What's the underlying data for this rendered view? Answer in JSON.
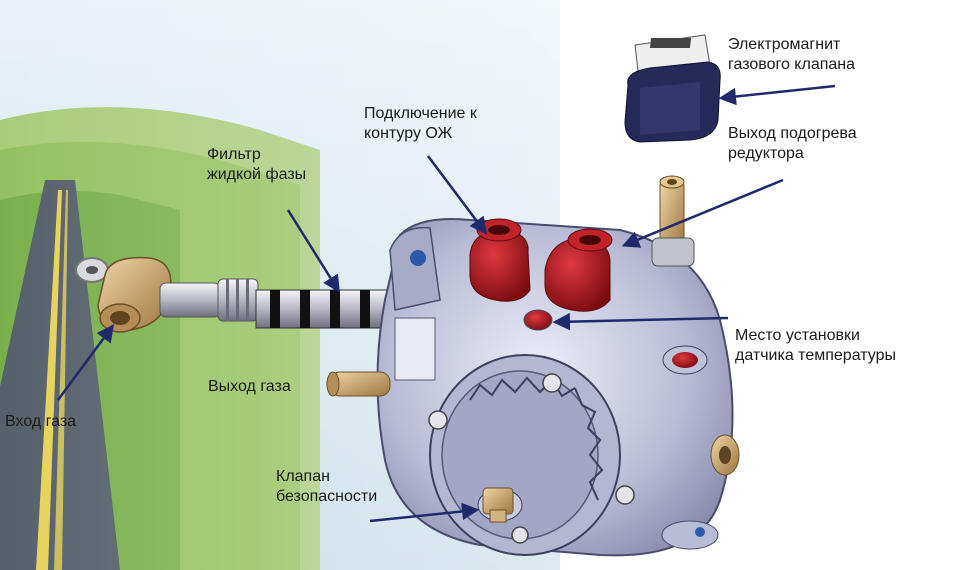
{
  "labels": {
    "solenoid": [
      "Электромагнит",
      "газового клапана"
    ],
    "heater_out": [
      "Выход подогрева",
      "редуктора"
    ],
    "coolant": [
      "Подключение к",
      "контуру ОЖ"
    ],
    "filter": [
      "Фильтр",
      "жидкой фазы"
    ],
    "temp_sensor": [
      "Место установки",
      "датчика температуры"
    ],
    "gas_out": [
      "Выход газа"
    ],
    "gas_in": [
      "Вход газа"
    ],
    "safety_valve": [
      "Клапан",
      "безопасности"
    ]
  },
  "colors": {
    "arrow": "#1f2a6b",
    "body": "#c9cbe0",
    "body_dark": "#8e90b0",
    "red_fitting": "#b0121a",
    "brass": "#c9a36a",
    "sky": "#dbe9f2",
    "grass": "#8fbf5a"
  }
}
